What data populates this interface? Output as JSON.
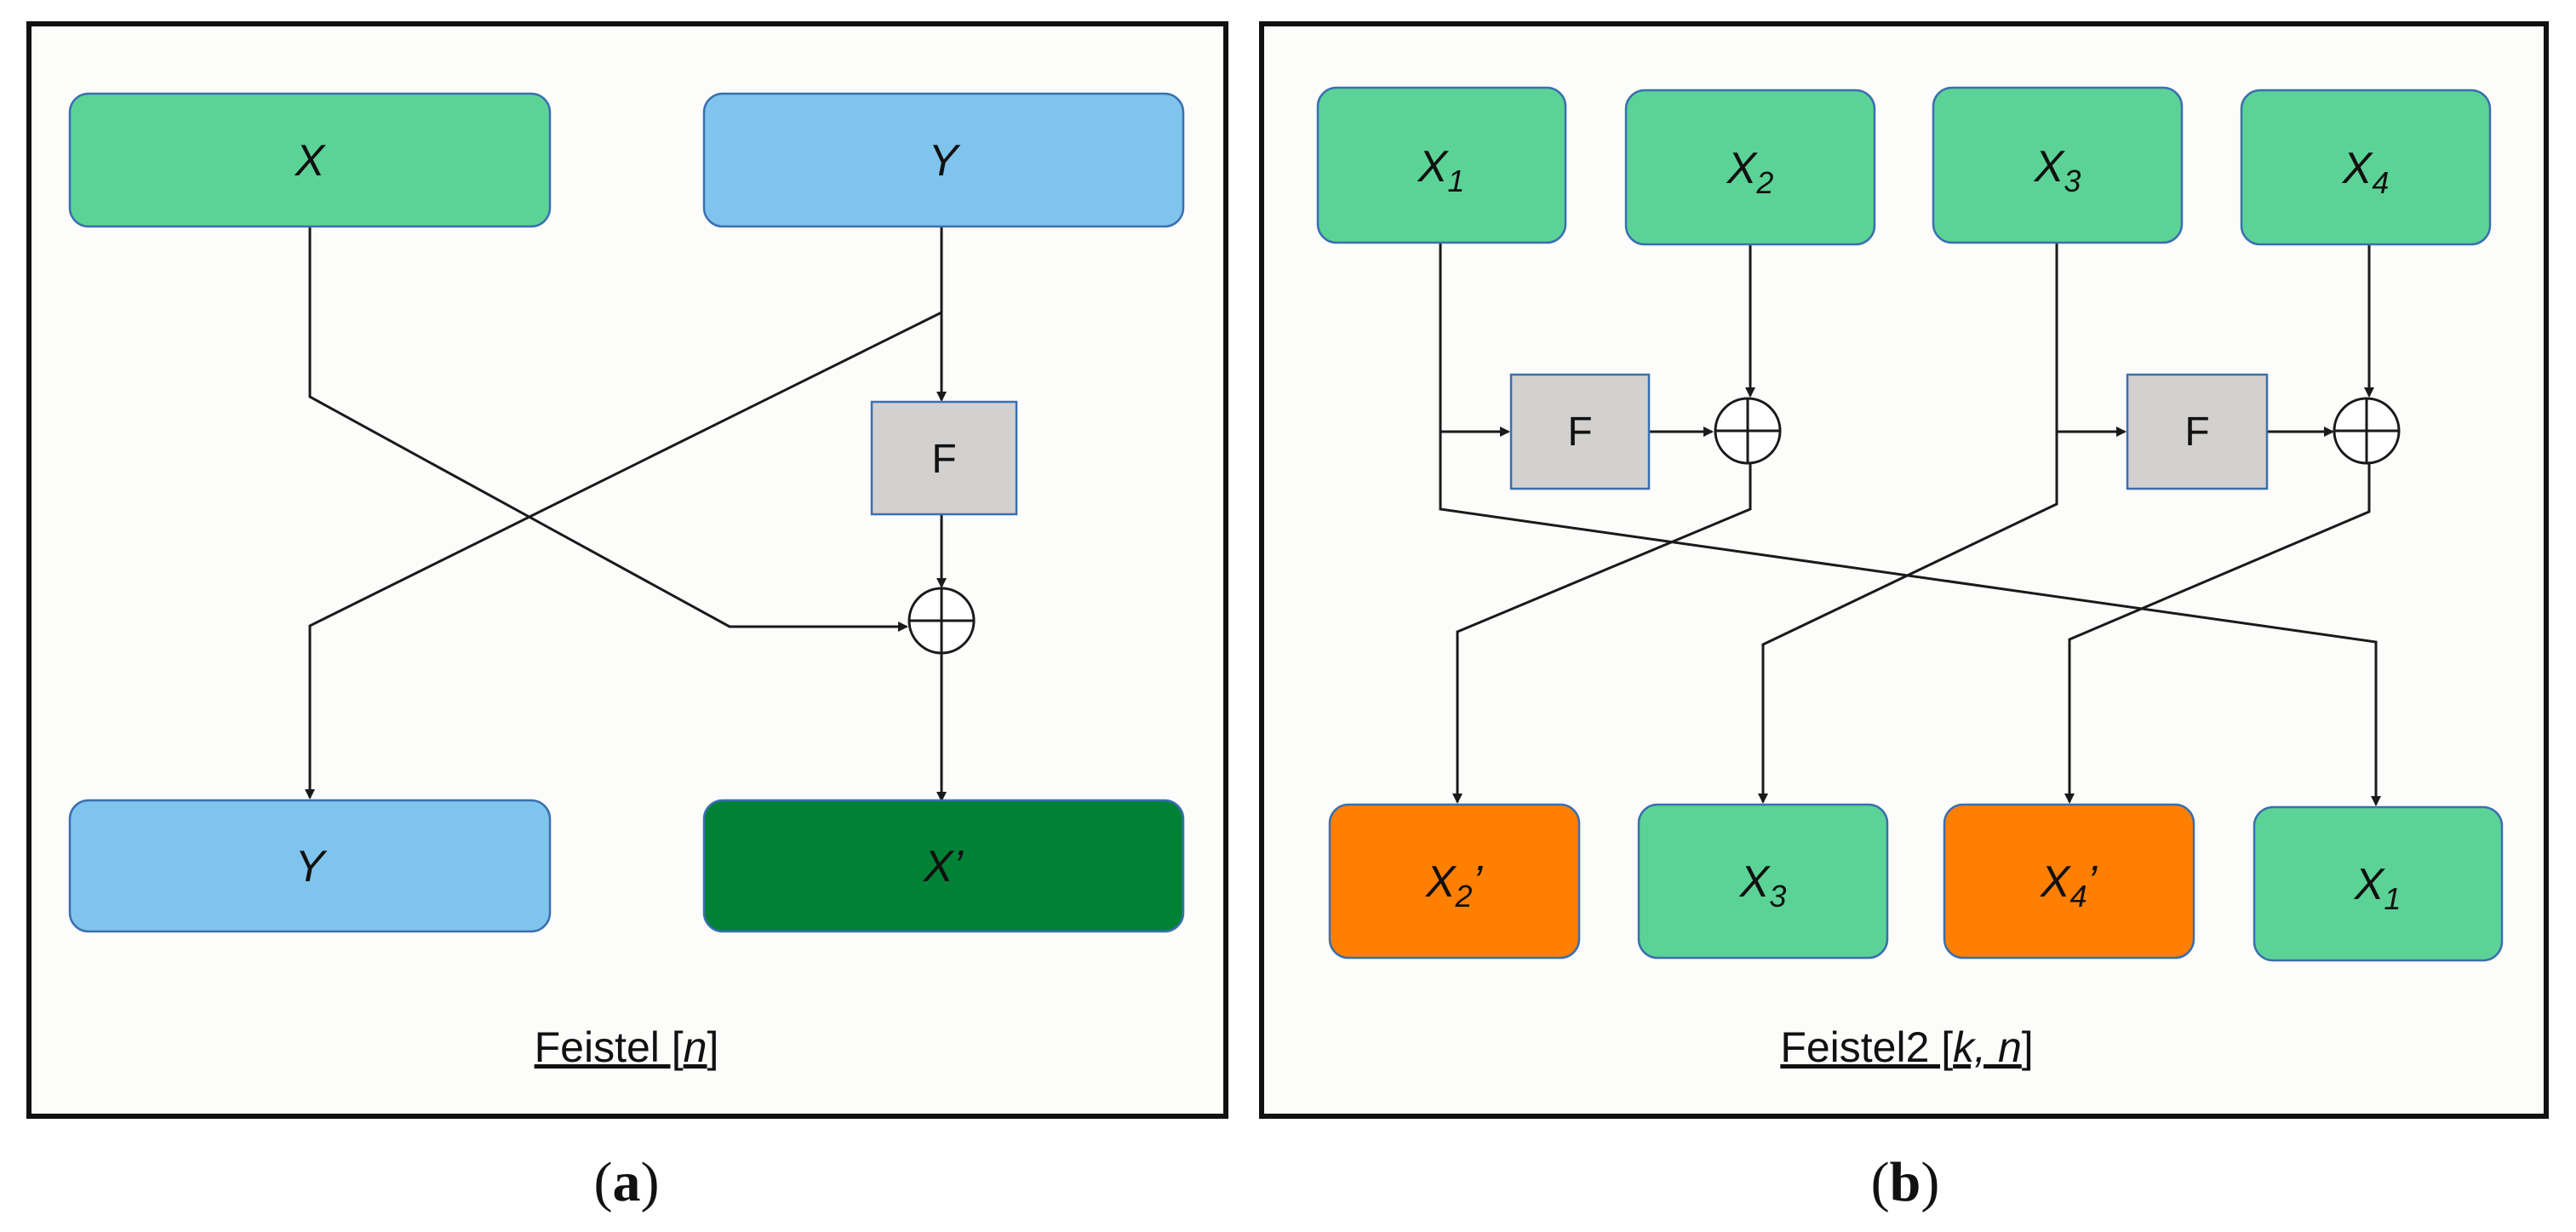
{
  "panel_a": {
    "tag_open": "(",
    "tag_letter": "a",
    "tag_close": ")",
    "caption_main": "Feistel [",
    "caption_var": "n",
    "caption_end": "]",
    "blocks": {
      "x_in": "X",
      "y_in": "Y",
      "y_out": "Y",
      "x_out": "X’"
    },
    "f_label": "F"
  },
  "panel_b": {
    "tag_open": "(",
    "tag_letter": "b",
    "tag_close": ")",
    "caption_main": "Feistel2 [",
    "caption_var": "k, n",
    "caption_end": "]",
    "inputs": [
      {
        "base": "X",
        "sub": "1",
        "prime": ""
      },
      {
        "base": "X",
        "sub": "2",
        "prime": ""
      },
      {
        "base": "X",
        "sub": "3",
        "prime": ""
      },
      {
        "base": "X",
        "sub": "4",
        "prime": ""
      }
    ],
    "outputs": [
      {
        "base": "X",
        "sub": "2",
        "prime": "’"
      },
      {
        "base": "X",
        "sub": "3",
        "prime": ""
      },
      {
        "base": "X",
        "sub": "4",
        "prime": "’"
      },
      {
        "base": "X",
        "sub": "1",
        "prime": ""
      }
    ],
    "f_label_1": "F",
    "f_label_2": "F"
  },
  "colors": {
    "light_green": "#5cd396",
    "light_blue": "#7fc4ec",
    "dark_green": "#008136",
    "orange": "#ff7f00",
    "f_gray": "#d3d1d0"
  }
}
